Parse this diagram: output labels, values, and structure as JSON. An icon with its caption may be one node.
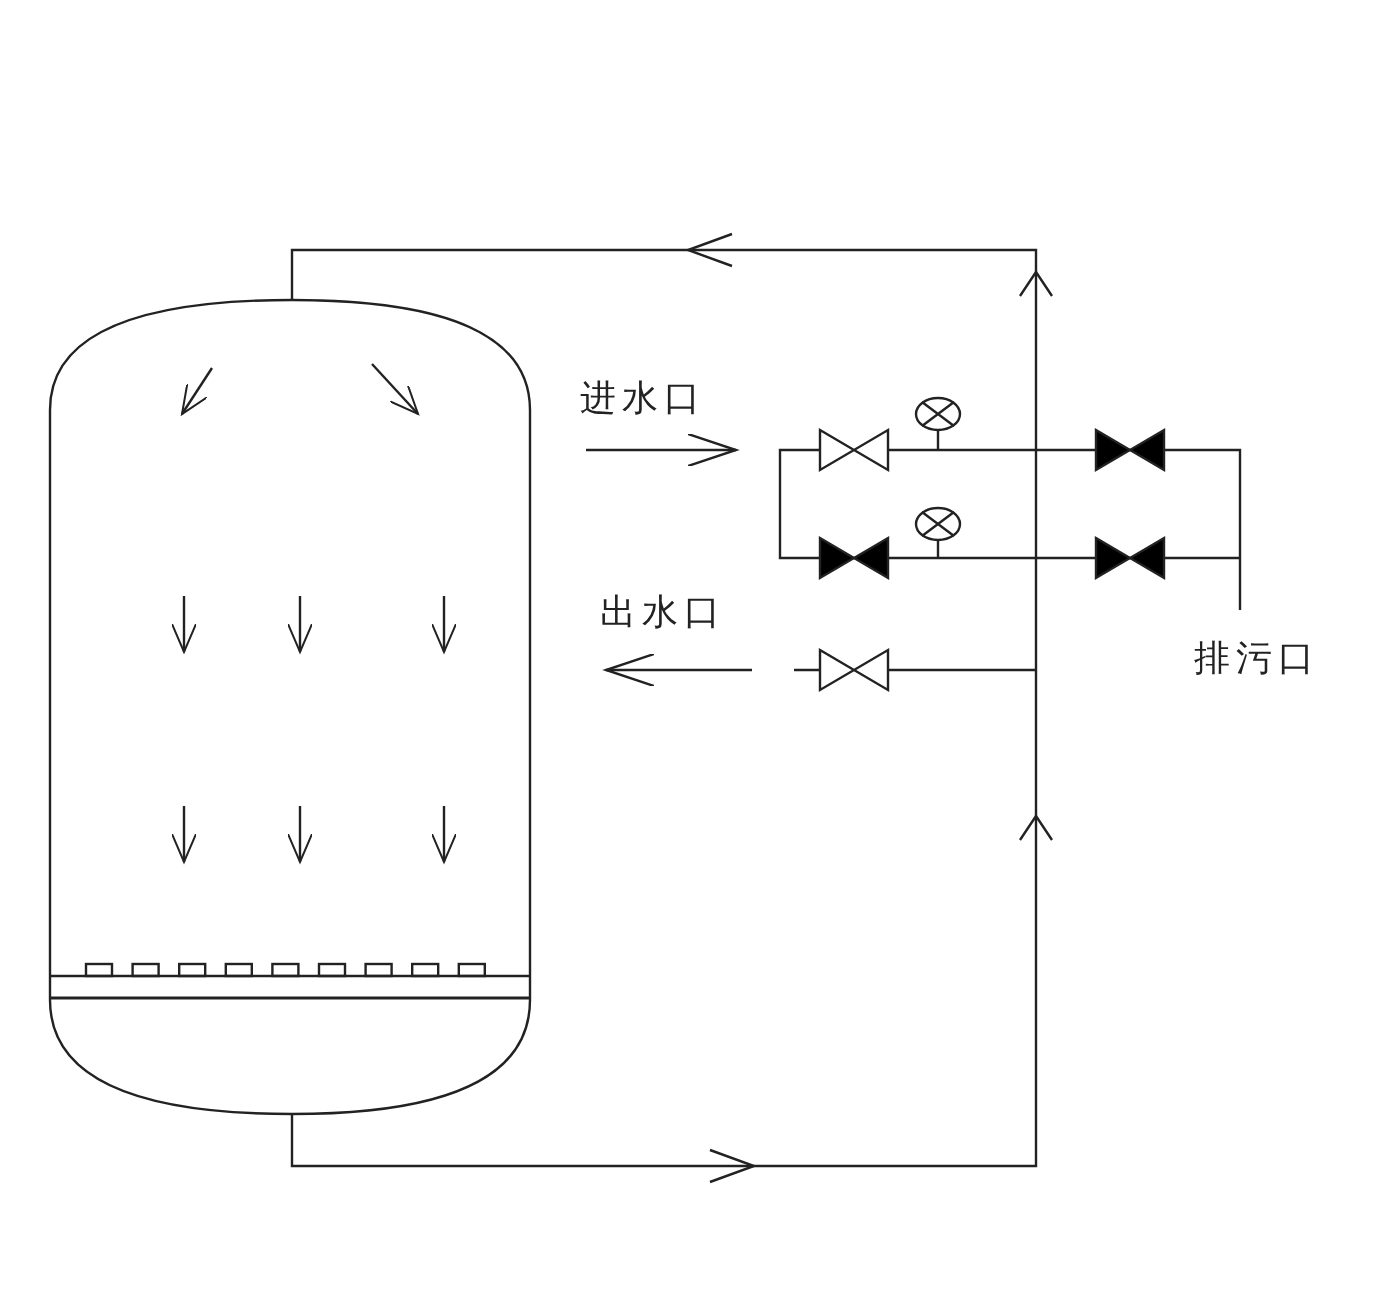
{
  "diagram": {
    "labels": [
      "进水口",
      "出水口",
      "排污口"
    ]
  }
}
